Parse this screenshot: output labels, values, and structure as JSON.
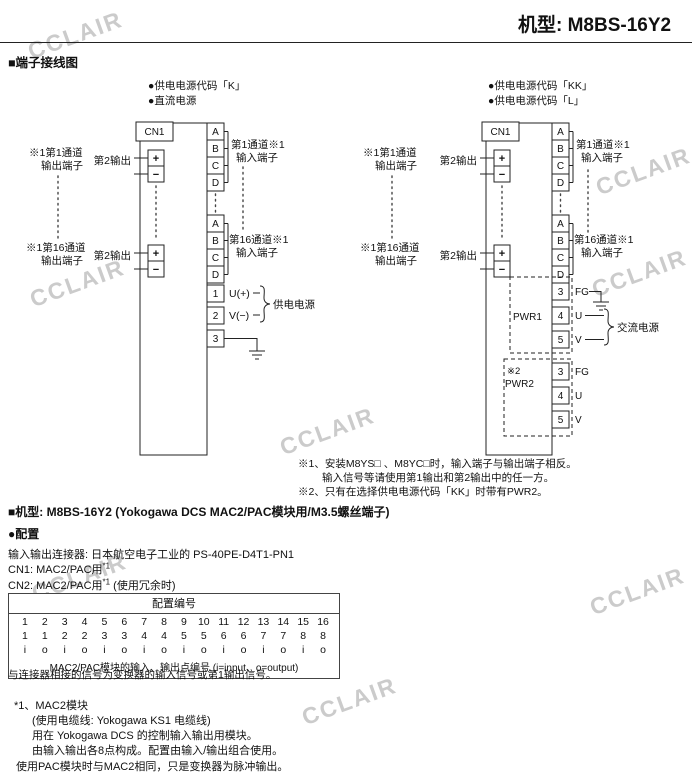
{
  "watermark": {
    "text": "CCLAIR"
  },
  "header": {
    "model_title": "机型: M8BS-16Y2"
  },
  "wiring_section": {
    "title": "■端子接线图"
  },
  "left_diagram": {
    "power_code_1": "●供电电源代码「K」",
    "power_code_2": "●直流电源",
    "connector": "CN1",
    "ch1_output_line1": "※1第1通道",
    "ch1_output_line2": "输出端子",
    "output2_top": "第2输出",
    "ch16_output_line1": "※1第16通道",
    "ch16_output_line2": "输出端子",
    "output2_bottom": "第2输出",
    "ch1_input_line1": "第1通道※1",
    "ch1_input_line2": "输入端子",
    "ch16_input_line1": "第16通道※1",
    "ch16_input_line2": "输入端子",
    "plus": "+",
    "minus": "−",
    "terminals_group1": [
      "A",
      "B",
      "C",
      "D"
    ],
    "terminals_group2": [
      "A",
      "B",
      "C",
      "D"
    ],
    "power_terminals": [
      "1",
      "2",
      "3"
    ],
    "u_label": "U(+)",
    "v_label": "V(−)",
    "power_label": "供电电源"
  },
  "right_diagram": {
    "power_code_1": "●供电电源代码「KK」",
    "power_code_2": "●供电电源代码「L」",
    "connector": "CN1",
    "ch1_output_line1": "※1第1通道",
    "ch1_output_line2": "输出端子",
    "output2_top": "第2输出",
    "ch16_output_line1": "※1第16通道",
    "ch16_output_line2": "输出端子",
    "output2_bottom": "第2输出",
    "ch1_input_line1": "第1通道※1",
    "ch1_input_line2": "输入端子",
    "ch16_input_line1": "第16通道※1",
    "ch16_input_line2": "输入端子",
    "plus": "+",
    "minus": "−",
    "terminals_group1": [
      "A",
      "B",
      "C",
      "D"
    ],
    "terminals_group2": [
      "A",
      "B",
      "C",
      "D"
    ],
    "pwr1": {
      "label": "PWR1",
      "terminals": [
        "3",
        "4",
        "5"
      ],
      "fg": "FG",
      "u": "U",
      "v": "V",
      "ac_label": "交流电源"
    },
    "pwr2": {
      "note": "※2",
      "label": "PWR2",
      "terminals": [
        "3",
        "4",
        "5"
      ],
      "fg": "FG",
      "u": "U",
      "v": "V"
    }
  },
  "notes": [
    "※1、安装M8YS□ 、M8YC□时，输入端子与输出端子相反。",
    "输入信号等请使用第1输出和第2输出中的任一方。",
    "※2、只有在选择供电电源代码「KK」时带有PWR2。"
  ],
  "model_section": {
    "title": "■机型: M8BS-16Y2 (Yokogawa DCS MAC2/PAC模块用/M3.5螺丝端子)",
    "config_heading": "●配置",
    "connector_line": "输入输出连接器: 日本航空电子工业的 PS-40PE-D4T1-PN1",
    "cn1_text": "CN1: MAC2/PAC用",
    "cn1_sup": "*1",
    "cn2_text": "CN2: MAC2/PAC用",
    "cn2_sup": "*1",
    "cn2_suffix": " (使用冗余时)"
  },
  "config_table": {
    "header": "配置编号",
    "row_numbers": [
      "1",
      "2",
      "3",
      "4",
      "5",
      "6",
      "7",
      "8",
      "9",
      "10",
      "11",
      "12",
      "13",
      "14",
      "15",
      "16"
    ],
    "row_points": [
      "1",
      "1",
      "2",
      "2",
      "3",
      "3",
      "4",
      "4",
      "5",
      "5",
      "6",
      "6",
      "7",
      "7",
      "8",
      "8"
    ],
    "row_io": [
      "i",
      "o",
      "i",
      "o",
      "i",
      "o",
      "i",
      "o",
      "i",
      "o",
      "i",
      "o",
      "i",
      "o",
      "i",
      "o"
    ],
    "caption": "MAC2/PAC模块的输入、输出点编号 (i=input、o=output)"
  },
  "signal_note": "与连接器相接的信号为变换器的输入信号或第1输出信号。",
  "footnote_lines": [
    "*1、MAC2模块",
    "(使用电缆线: Yokogawa KS1 电缆线)",
    "用在 Yokogawa DCS 的控制输入输出用模块。",
    "由输入输出各8点构成。配置由输入/输出组合使用。",
    "使用PAC模块时与MAC2相同，只是变换器为脉冲输出。"
  ]
}
